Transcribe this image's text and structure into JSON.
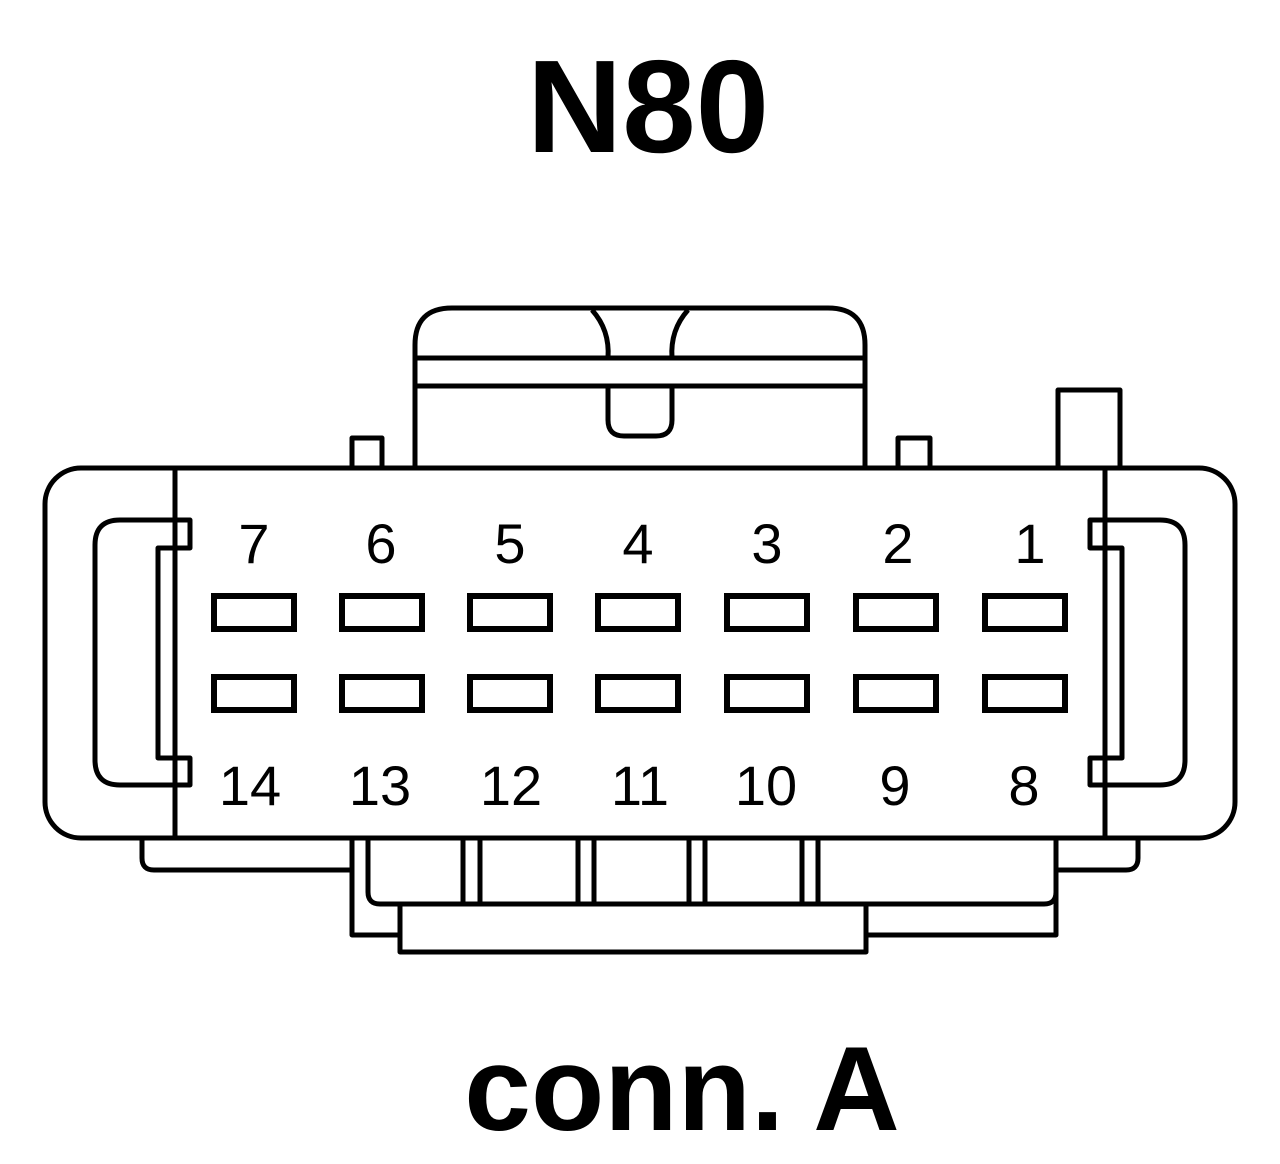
{
  "diagram": {
    "title": "N80",
    "subtitle": "conn. A",
    "connector": {
      "top_row_pins": [
        "7",
        "6",
        "5",
        "4",
        "3",
        "2",
        "1"
      ],
      "bottom_row_pins": [
        "14",
        "13",
        "12",
        "11",
        "10",
        "9",
        "8"
      ]
    }
  }
}
